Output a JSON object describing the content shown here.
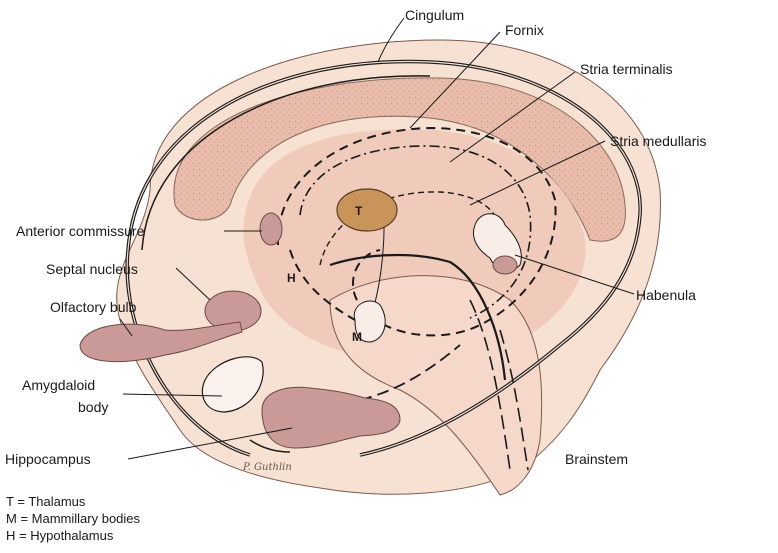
{
  "labels": {
    "cingulum": "Cingulum",
    "fornix": "Fornix",
    "stria_terminalis": "Stria terminalis",
    "stria_medullaris": "Stria medullaris",
    "anterior_commissure": "Anterior commissure",
    "septal_nucleus": "Septal nucleus",
    "olfactory_bulb": "Olfactory bulb",
    "amygdaloid_body_line1": "Amygdaloid",
    "amygdaloid_body_line2": "body",
    "hippocampus": "Hippocampus",
    "habenula": "Habenula",
    "brainstem": "Brainstem"
  },
  "markers": {
    "thalamus": "T",
    "mammillary": "M",
    "hypothalamus": "H"
  },
  "legend": [
    {
      "key": "T",
      "text": "Thalamus"
    },
    {
      "key": "M",
      "text": "Mammillary bodies"
    },
    {
      "key": "H",
      "text": "Hypothalamus"
    }
  ],
  "signature": "P. Guthlin",
  "colors": {
    "tissue_light": "#f9e3d6",
    "tissue_mid": "#f2cfc0",
    "cortex_band": "#e8b9a8",
    "nucleus_mauve": "#c99a98",
    "thalamus_fill": "#c8945a",
    "outline": "#1a1a1a"
  }
}
